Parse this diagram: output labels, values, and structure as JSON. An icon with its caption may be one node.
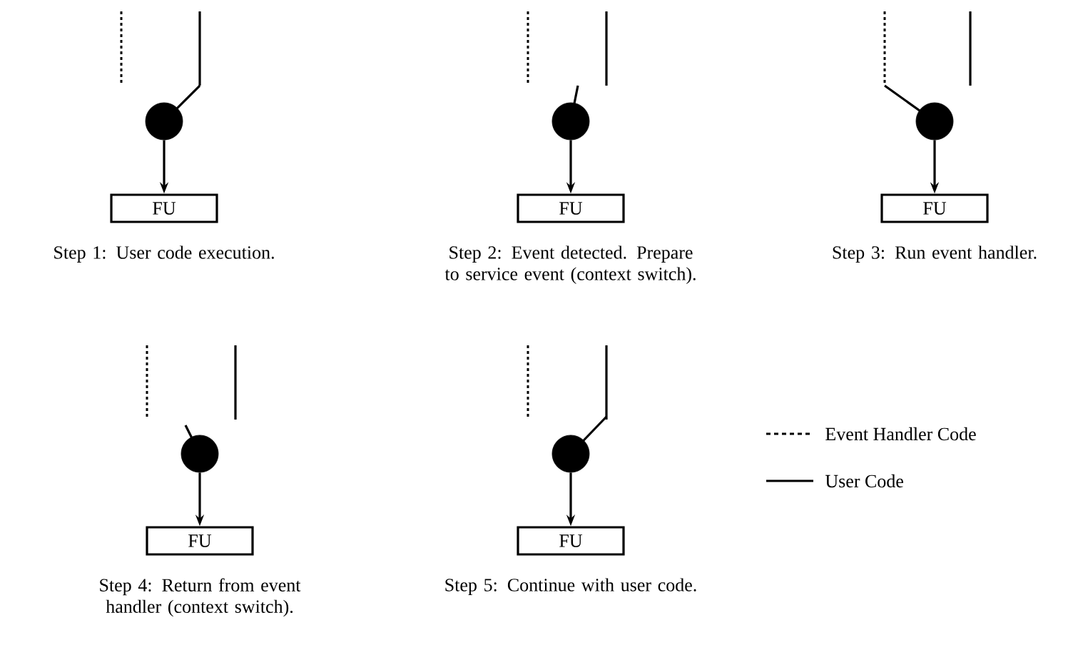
{
  "diagram": {
    "nodes": [
      {
        "text": [],
        "shape": "circle"
      },
      {
        "text": [
          "FU"
        ],
        "beside": [
          "Step 1: User code execution."
        ]
      },
      {
        "text": [],
        "shape": "circle"
      },
      {
        "text": [
          "FU"
        ],
        "beside": [
          "Step 2: Event detected. Prepare to service event (context switch)."
        ]
      },
      {
        "text": [],
        "shape": "circle"
      },
      {
        "text": [
          "FU"
        ],
        "beside": [
          "Step 3: Run event handler."
        ]
      },
      {
        "text": [],
        "shape": "circle"
      },
      {
        "text": [
          "FU"
        ],
        "beside": [
          "Step 4: Return from event handler (context switch)."
        ]
      },
      {
        "text": [],
        "shape": "circle"
      },
      {
        "text": [
          "FU"
        ],
        "beside": [
          "Step 5: Continue with user code."
        ]
      }
    ],
    "edges": [
      {
        "from": 0,
        "to": 1,
        "arrow": "to"
      },
      {
        "from": 2,
        "to": 3,
        "arrow": "to"
      },
      {
        "from": 4,
        "to": 5,
        "arrow": "to"
      },
      {
        "from": 6,
        "to": 7,
        "arrow": "to"
      },
      {
        "from": 8,
        "to": 9,
        "arrow": "to"
      }
    ],
    "legend": [
      {
        "text": "Event Handler Code"
      },
      {
        "text": "User Code"
      }
    ]
  }
}
